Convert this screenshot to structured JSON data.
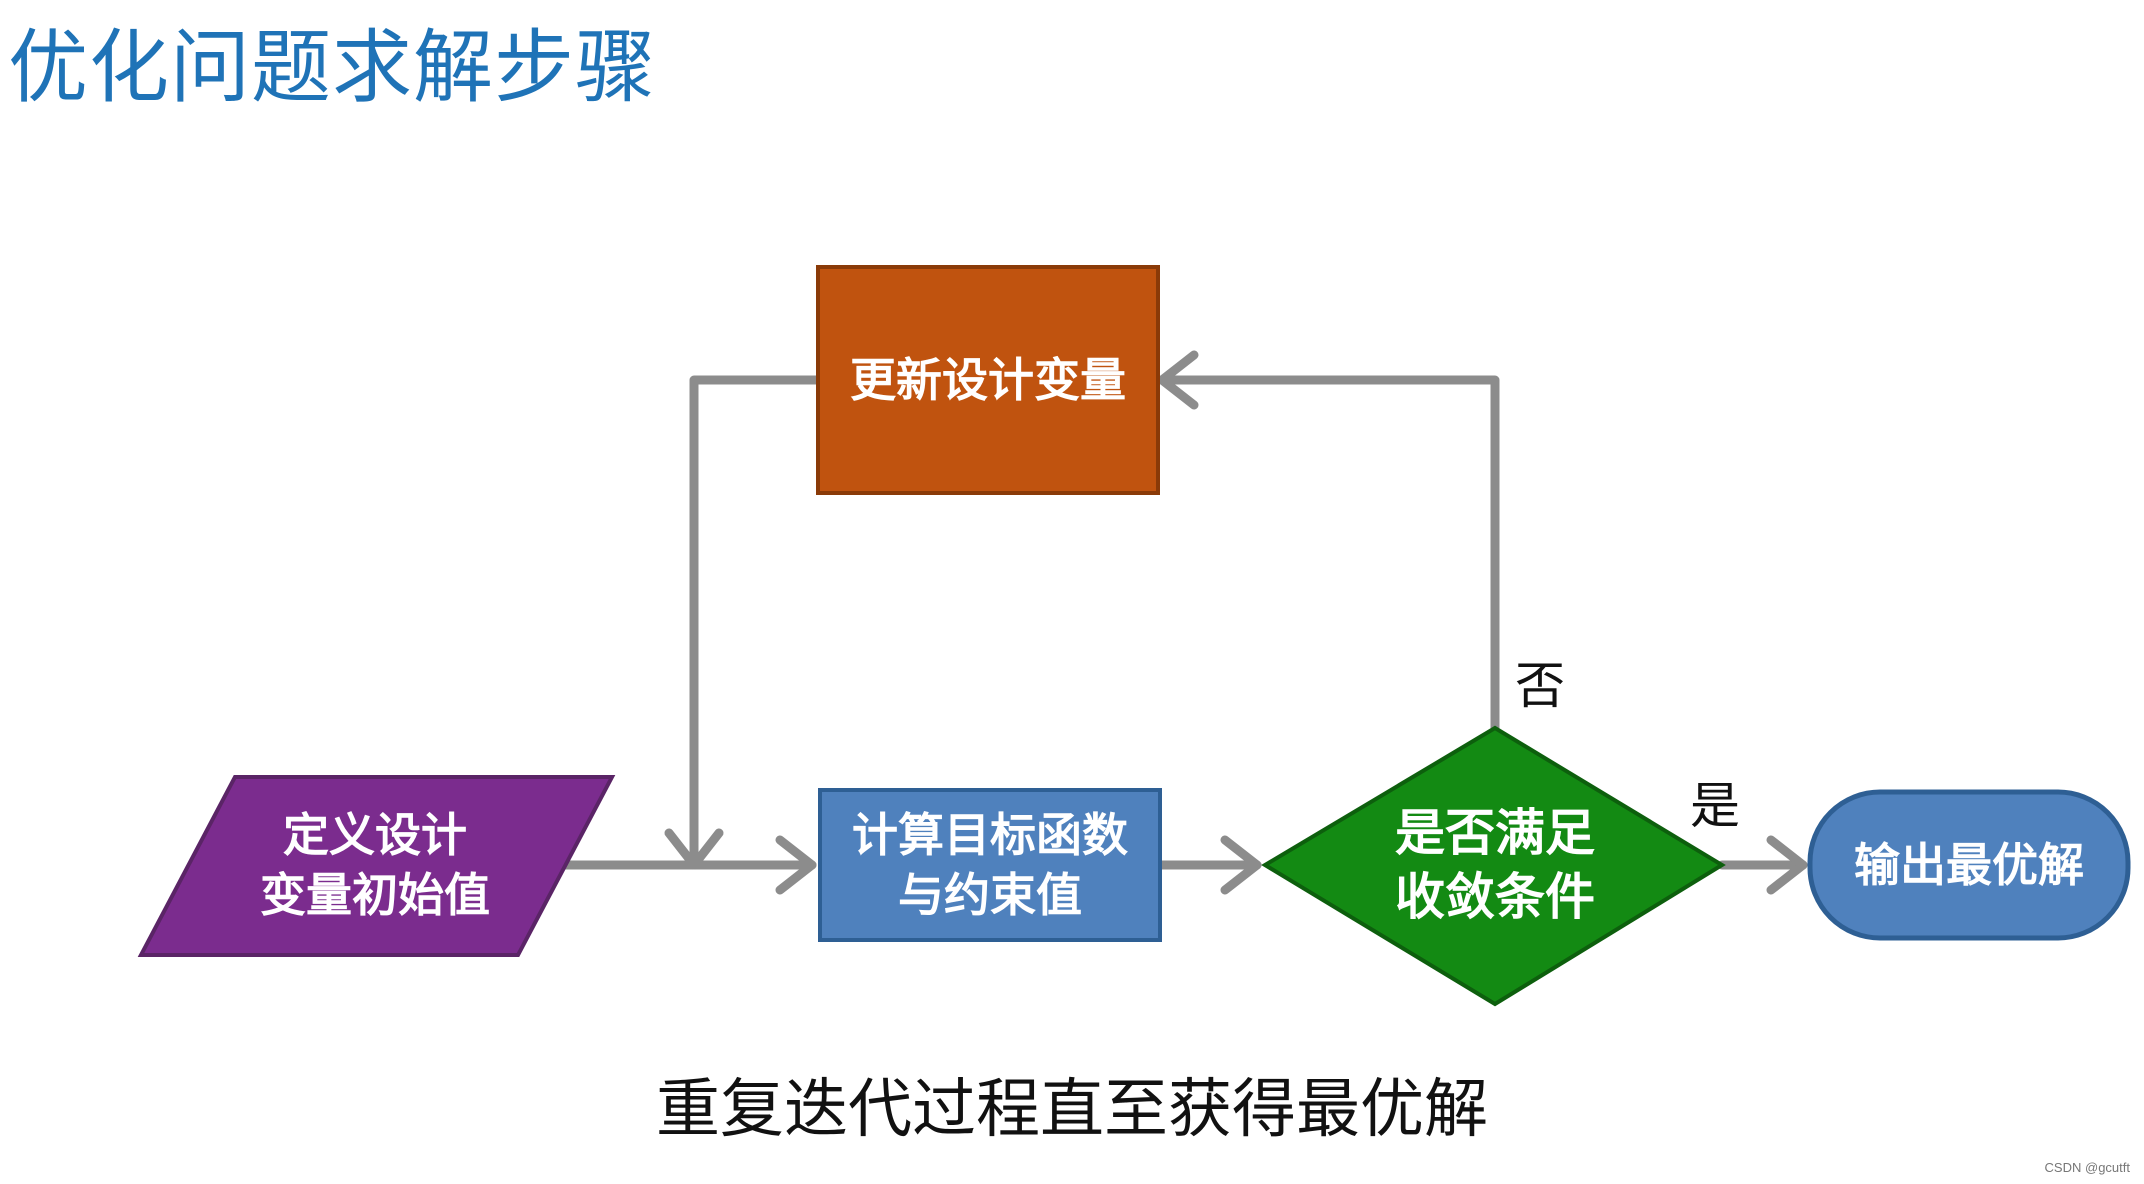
{
  "title": "优化问题求解步骤",
  "nodes": {
    "define_vars": {
      "label": "定义设计\n变量初始值",
      "shape": "parallelogram",
      "color": "#7b2c8e"
    },
    "compute": {
      "label": "计算目标函数\n与约束值",
      "shape": "rectangle",
      "color": "#4f81bd"
    },
    "update": {
      "label": "更新设计变量",
      "shape": "rectangle",
      "color": "#c0530f"
    },
    "decision": {
      "label": "是否满足\n收敛条件",
      "shape": "diamond",
      "color": "#138a13"
    },
    "output": {
      "label": "输出最优解",
      "shape": "rounded-rectangle",
      "color": "#4f81bd"
    }
  },
  "edges": [
    {
      "from": "define_vars",
      "to": "compute",
      "label": ""
    },
    {
      "from": "compute",
      "to": "decision",
      "label": ""
    },
    {
      "from": "decision",
      "to": "output",
      "label": "是"
    },
    {
      "from": "decision",
      "to": "update",
      "label": "否"
    },
    {
      "from": "update",
      "to": "compute",
      "label": ""
    }
  ],
  "caption": "重复迭代过程直至获得最优解",
  "watermark": "CSDN @gcutft",
  "colors": {
    "title": "#1f73b7",
    "arrow": "#8c8c8c",
    "node_border_dark": "#5a2466"
  }
}
